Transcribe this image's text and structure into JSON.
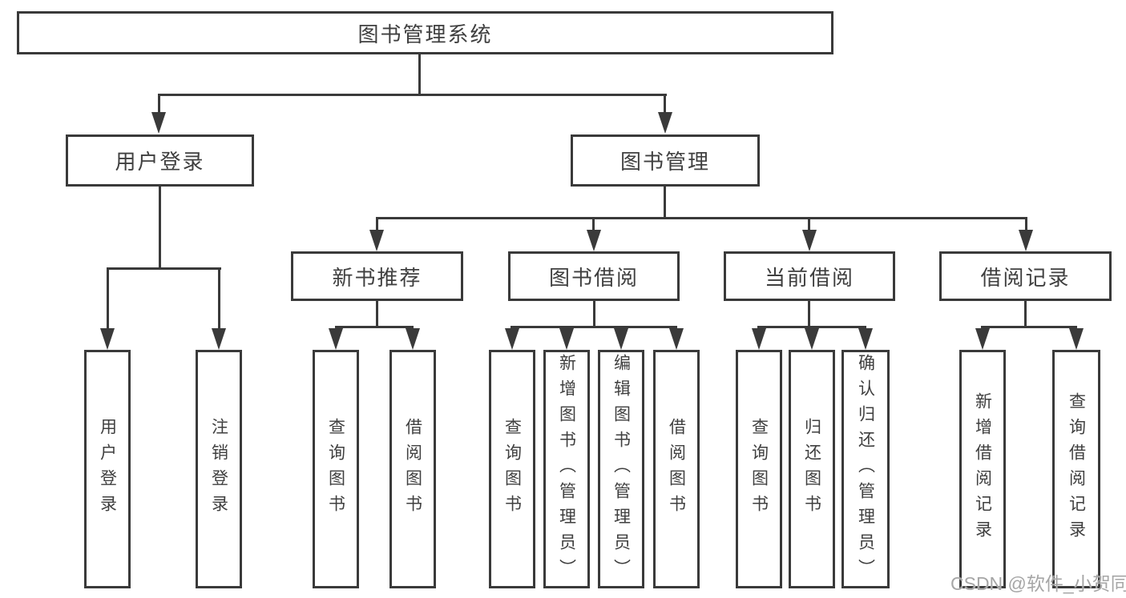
{
  "tree": {
    "label": "图书管理系统",
    "children": [
      {
        "label": "用户登录",
        "children": [
          {
            "label": "用户登录"
          },
          {
            "label": "注销登录"
          }
        ]
      },
      {
        "label": "图书管理",
        "children": [
          {
            "label": "新书推荐",
            "children": [
              {
                "label": "查询图书"
              },
              {
                "label": "借阅图书"
              }
            ]
          },
          {
            "label": "图书借阅",
            "children": [
              {
                "label": "查询图书"
              },
              {
                "label": "新增图书（管理员）"
              },
              {
                "label": "编辑图书（管理员）"
              },
              {
                "label": "借阅图书"
              }
            ]
          },
          {
            "label": "当前借阅",
            "children": [
              {
                "label": "查询图书"
              },
              {
                "label": "归还图书"
              },
              {
                "label": "确认归还（管理员）"
              }
            ]
          },
          {
            "label": "借阅记录",
            "children": [
              {
                "label": "新增借阅记录"
              },
              {
                "label": "查询借阅记录"
              }
            ]
          }
        ]
      }
    ]
  },
  "watermark": "CSDN @软件_小贺同学",
  "colors": {
    "line": "#3a3a3a",
    "text": "#3f3f3f",
    "watermark": "#a6a6a6",
    "background": "#ffffff"
  }
}
